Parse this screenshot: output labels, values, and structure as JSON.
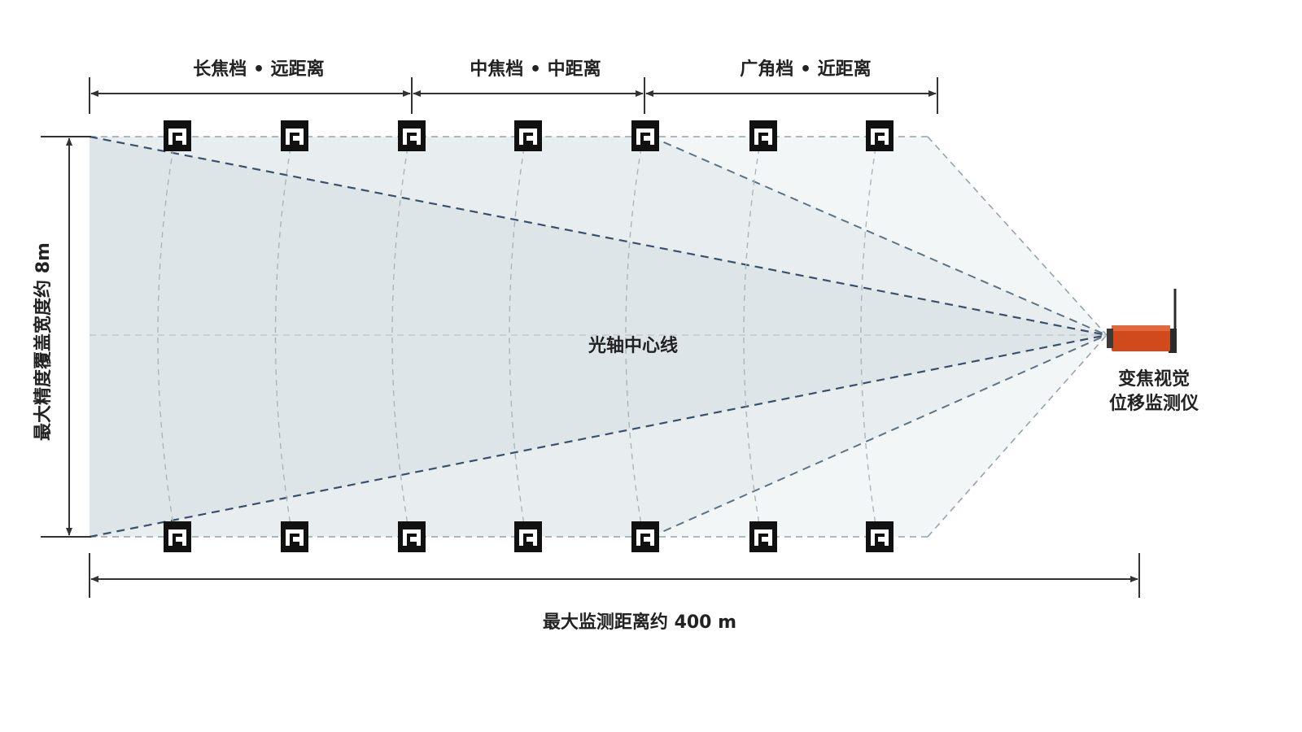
{
  "labels": {
    "zone_long": "长焦档 • 远距离",
    "zone_mid": "中焦档 • 中距离",
    "zone_wide": "广角档 • 近距离",
    "optical_axis": "光轴中心线",
    "max_width": "最大精度覆盖宽度约 8m",
    "max_distance": "最大监测距离约 400 m",
    "device_line1": "变焦视觉",
    "device_line2": "位移监测仪"
  },
  "targets": {
    "per_row": 7,
    "rows": [
      "top",
      "bottom"
    ],
    "icon": "square-target-marker-icon"
  },
  "colors": {
    "background": "#ffffff",
    "device_body": "#d04a1c",
    "device_dark": "#2b2b2b",
    "target": "#111111",
    "dimension_line": "#333333",
    "ray_dark": "#3a5068",
    "ray_light": "#8a9aa6",
    "fov_fill": "#dfe6e9"
  },
  "icons": {
    "device": "zoom-camera-device-icon",
    "antenna": "antenna-icon",
    "target": "target-marker-icon",
    "arrow": "double-arrow-icon"
  }
}
